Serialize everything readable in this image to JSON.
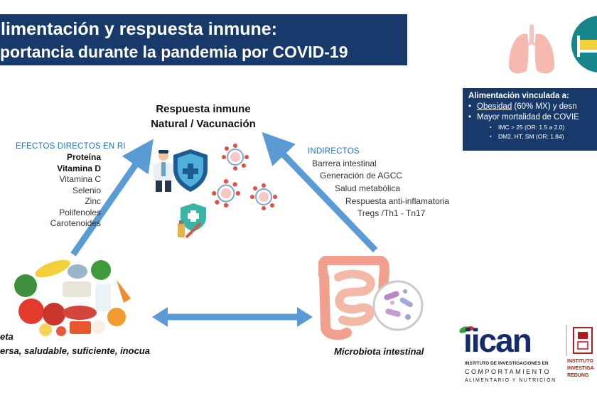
{
  "title": {
    "line1": "limentación y respuesta inmune:",
    "line2": "portancia durante la pandemia por COVID-19"
  },
  "center": {
    "title_line1": "Respuesta inmune",
    "title_line2": "Natural / Vacunación"
  },
  "left_list": {
    "heading": "EFECTOS DIRECTOS EN RI",
    "items": [
      "Proteína",
      "Vitamina D",
      "Vitamina C",
      "Selenio",
      "Zinc",
      "Polifenoles",
      "Carotenoides"
    ]
  },
  "right_list": {
    "heading": "INDIRECTOS",
    "items": [
      "Barrera intestinal",
      "Generación de AGCC",
      "Salud metabólica",
      "Respuesta anti-inflamatoria",
      "Tregs /Th1 - Tn17"
    ]
  },
  "diet": {
    "label": "eta",
    "sublabel": "ersa, saludable, suficiente, inocua"
  },
  "microbiota": {
    "label": "Microbiota intestinal"
  },
  "info_box": {
    "heading": "Alimentación vinculada a:",
    "bullet1_underlined": "Obesidad",
    "bullet1_rest": " (60% MX) y desn",
    "bullet2": "Mayor mortalidad de COVIE",
    "sub1": "IMC > 25 (OR: 1.5 a 2.0)",
    "sub2": "DM2, HT, SM (OR: 1.84)"
  },
  "logo": {
    "word": "iican",
    "line1": "INSTITUTO DE INVESTIGACIONES EN",
    "line2": "COMPORTAMIENTO",
    "line3": "ALIMENTARIO Y NUTRICIÓN",
    "inst_line1": "INSTITUTO",
    "inst_line2": "INVESTIGA",
    "inst_line3": "REDUNG"
  },
  "colors": {
    "banner": "#173a6b",
    "arrow": "#5b9bd5",
    "heading_blue": "#1f72c4",
    "logo_blue": "#152b6b",
    "logo_red": "#b01b1b"
  },
  "icons": [
    "lungs-icon",
    "hospital-bed-icon",
    "doctor-icon",
    "shield-icon",
    "virus-icon",
    "vaccine-icon",
    "food-icon",
    "intestine-icon",
    "bacteria-icon"
  ]
}
